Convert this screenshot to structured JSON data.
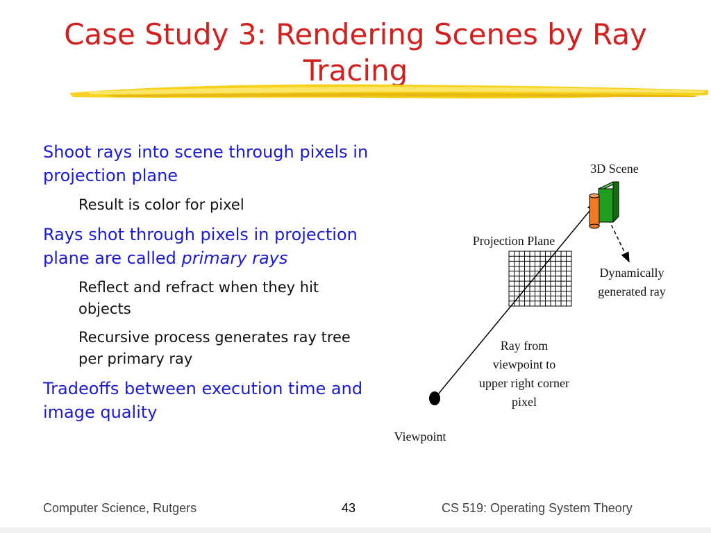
{
  "slide": {
    "title": "Case Study 3: Rendering Scenes by Ray Tracing",
    "accent_color": "#d41f1f",
    "bullet_color": "#1a1ad4"
  },
  "bullets": [
    {
      "text": "Shoot rays into scene through pixels in projection plane"
    },
    {
      "text": "Result is color for pixel"
    },
    {
      "text_before": "Rays shot through pixels in projection plane are called ",
      "text_em": "primary rays"
    },
    {
      "text": "Reflect and refract when they hit objects"
    },
    {
      "text": "Recursive process generates ray tree per primary ray"
    },
    {
      "text": "Tradeoffs between execution time and image quality"
    }
  ],
  "diagram": {
    "scene_label": "3D Scene",
    "plane_label": "Projection Plane",
    "dynamic_ray_label": [
      "Dynamically",
      "generated ray"
    ],
    "primary_ray_label": [
      "Ray from",
      "viewpoint to",
      "upper right corner",
      "pixel"
    ],
    "viewpoint_label": "Viewpoint",
    "cylinder_color": "#f07a24",
    "cube_color": "#1f9e1f"
  },
  "footer": {
    "left": "Computer Science, Rutgers",
    "page": "43",
    "right": "CS 519: Operating System Theory"
  }
}
